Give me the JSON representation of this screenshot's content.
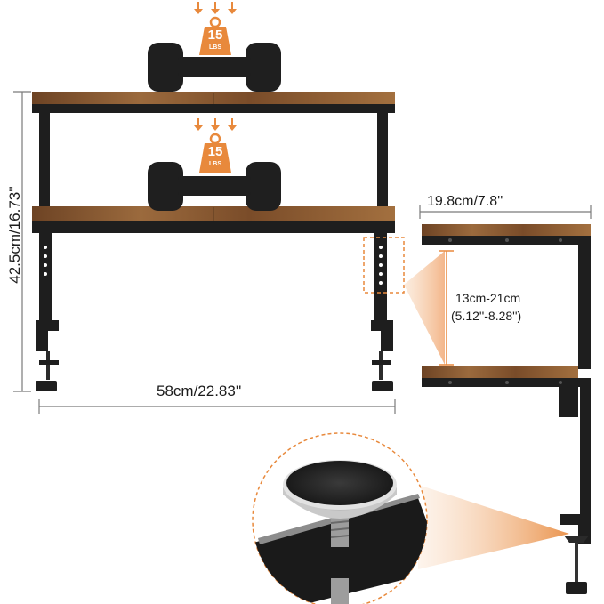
{
  "weight_badge_top": {
    "value": "15",
    "unit": "LBS"
  },
  "weight_badge_mid": {
    "value": "15",
    "unit": "LBS"
  },
  "dimensions": {
    "width": "58cm/22.83''",
    "height": "42.5cm/16.73''",
    "depth": "19.8cm/7.8''",
    "adjust_cm": "13cm-21cm",
    "adjust_in": "(5.12''-8.28'')"
  },
  "colors": {
    "wood": "#8a5a32",
    "metal": "#1e1e1e",
    "accent": "#e8893c"
  }
}
